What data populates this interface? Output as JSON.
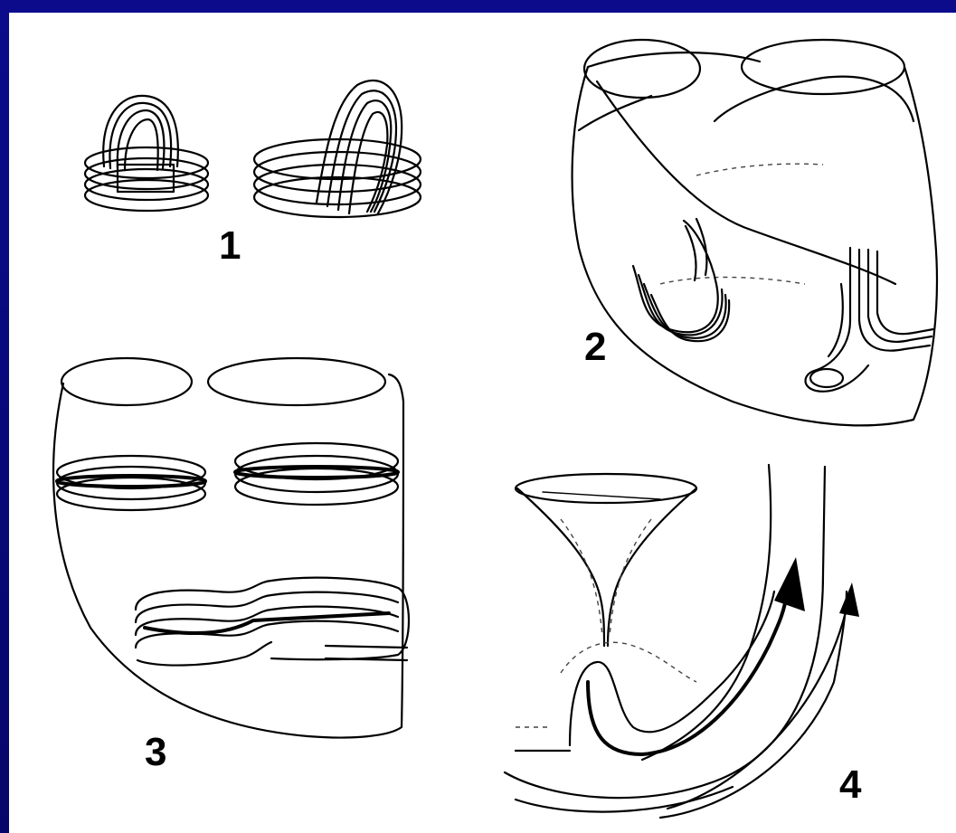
{
  "colors": {
    "frame": "#0a0a7a",
    "sheet": "#ffffff",
    "ink": "#000000"
  },
  "panels": [
    {
      "id": "panel-1",
      "label": "1"
    },
    {
      "id": "panel-2",
      "label": "2"
    },
    {
      "id": "panel-3",
      "label": "3"
    },
    {
      "id": "panel-4",
      "label": "4"
    }
  ]
}
